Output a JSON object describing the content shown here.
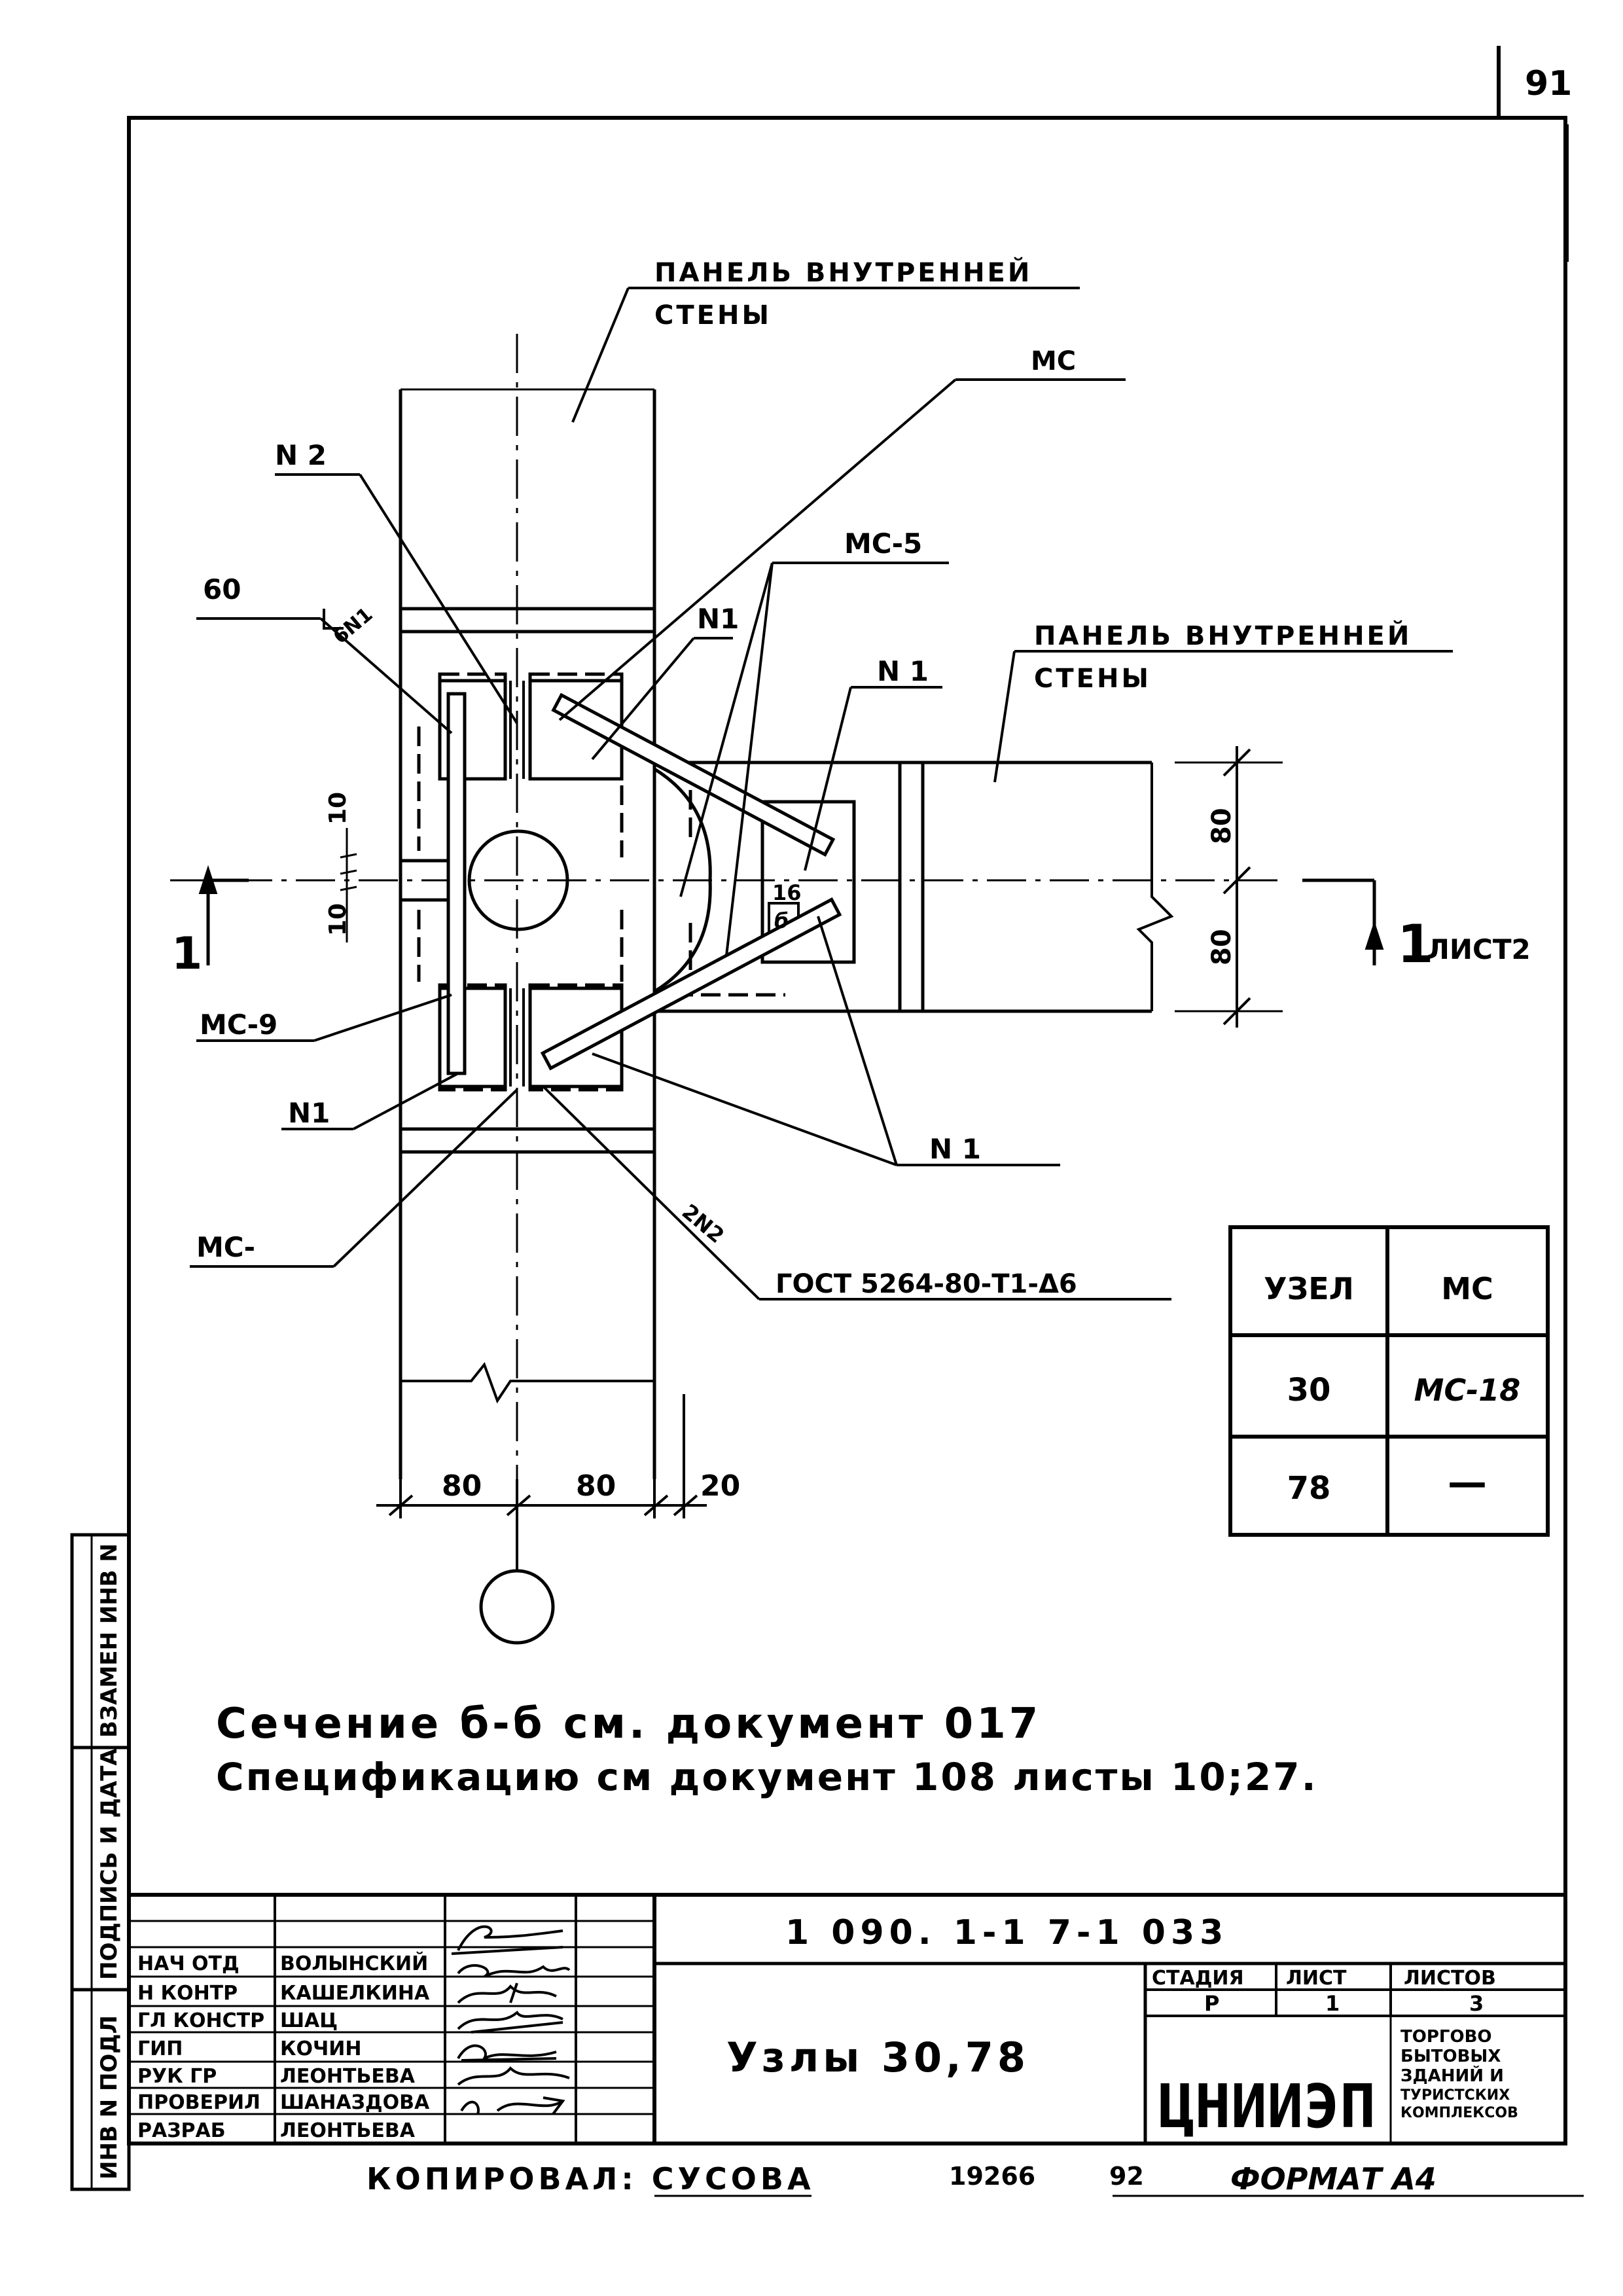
{
  "page_number": "91",
  "labels": {
    "panel_top_1": "ПАНЕЛЬ ВНУТРЕННЕЙ",
    "panel_top_2": "СТЕНЫ",
    "panel_right_1": "ПАНЕЛЬ ВНУТРЕННЕЙ",
    "panel_right_2": "СТЕНЫ",
    "mc": "МС",
    "n2": "N 2",
    "mc5": "МС-5",
    "n1_a": "N1",
    "n1_b": "N 1",
    "n1_c": "N1",
    "n1_d": "N 1",
    "sixty": "60",
    "six_n1": "6N1",
    "mc9": "МС-9",
    "mc_dash": "МС-",
    "two_n2": "2N2",
    "gost": "ГОСТ 5264-80-Т1-Δ6",
    "b_small": "б",
    "sixteen": "16",
    "dim_10a": "10",
    "dim_10b": "10",
    "dim_80_top": "80",
    "dim_80_bot": "80",
    "dim_80_left": "80",
    "dim_80_mid": "80",
    "dim_20": "20",
    "section_left": "1",
    "section_right": "1",
    "section_right_sub": "ЛИСТ2"
  },
  "node_table": {
    "headers": [
      "УЗЕЛ",
      "МС"
    ],
    "rows": [
      [
        "30",
        "МС-18"
      ],
      [
        "78",
        "—"
      ]
    ]
  },
  "notes": {
    "line1": "Сечение б-б см. документ 017",
    "line2": "Спецификацию см документ 108  листы 10;27."
  },
  "side_stamp": {
    "vzamen": "ВЗАМЕН ИНВ N",
    "podpis": "ПОДПИСЬ И ДАТА",
    "inv": "ИНВ N ПОДЛ"
  },
  "title_block": {
    "roles": [
      "НАЧ ОТД",
      "Н КОНТР",
      "ГЛ КОНСТР",
      "ГИП",
      "РУК ГР",
      "ПРОВЕРИЛ",
      "РАЗРАБ"
    ],
    "names": [
      "ВОЛЫНСКИЙ",
      "КАШЕЛКИНА",
      "ШАЦ",
      "КОЧИН",
      "ЛЕОНТЬЕВА",
      "ШАНАЗДОВА",
      "ЛЕОНТЬЕВА"
    ],
    "doc_code": "1 090. 1-1 7-1 033",
    "title": "Узлы 30,78",
    "stage_header": "СТАДИЯ",
    "sheet_header": "ЛИСТ",
    "sheets_header": "ЛИСТОВ",
    "stage": "Р",
    "sheet": "1",
    "sheets": "3",
    "org": "ЦНИИЭП",
    "org_desc": [
      "ТОРГОВО",
      "БЫТОВЫХ",
      "ЗДАНИЙ И",
      "ТУРИСТСКИХ",
      "КОМПЛЕКСОВ"
    ]
  },
  "footer": {
    "copied": "КОПИРОВАЛ: СУСОВА",
    "num1": "19266",
    "num2": "92",
    "format": "ФОРМАТ А4"
  }
}
